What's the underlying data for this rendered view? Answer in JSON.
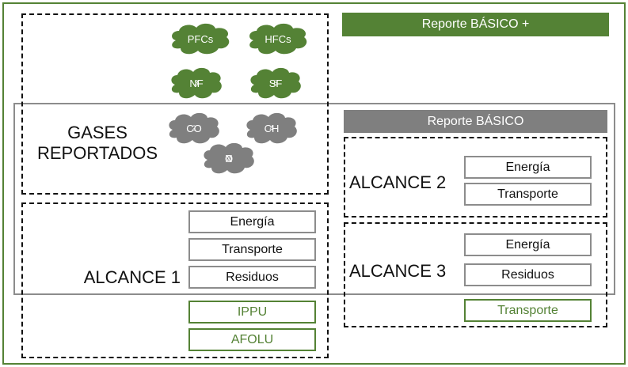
{
  "reporte_basico_plus": {
    "label": "Reporte BÁSICO +",
    "color": "#548235"
  },
  "reporte_basico": {
    "label": "Reporte BÁSICO",
    "color": "#7f7f7f"
  },
  "gases": {
    "title_line1": "GASES",
    "title_line2": "REPORTADOS",
    "basic_plus_gases": [
      {
        "base": "PFCs",
        "sub": ""
      },
      {
        "base": "HFCs",
        "sub": ""
      },
      {
        "base": "NF",
        "sub": "3"
      },
      {
        "base": "SF",
        "sub": "6"
      }
    ],
    "basic_gases": [
      {
        "base": "CO",
        "sub": "2",
        "tail": ""
      },
      {
        "base": "CH",
        "sub": "4",
        "tail": ""
      },
      {
        "base": "N",
        "sub": "2",
        "tail": "O"
      }
    ]
  },
  "alcance1": {
    "title": "ALCANCE 1",
    "basic_items": [
      "Energía",
      "Transporte",
      "Residuos"
    ],
    "plus_items": [
      "IPPU",
      "AFOLU"
    ]
  },
  "alcance2": {
    "title": "ALCANCE 2",
    "basic_items": [
      "Energía",
      "Transporte"
    ]
  },
  "alcance3": {
    "title": "ALCANCE 3",
    "basic_items": [
      "Energía",
      "Residuos"
    ],
    "plus_items": [
      "Transporte"
    ]
  }
}
